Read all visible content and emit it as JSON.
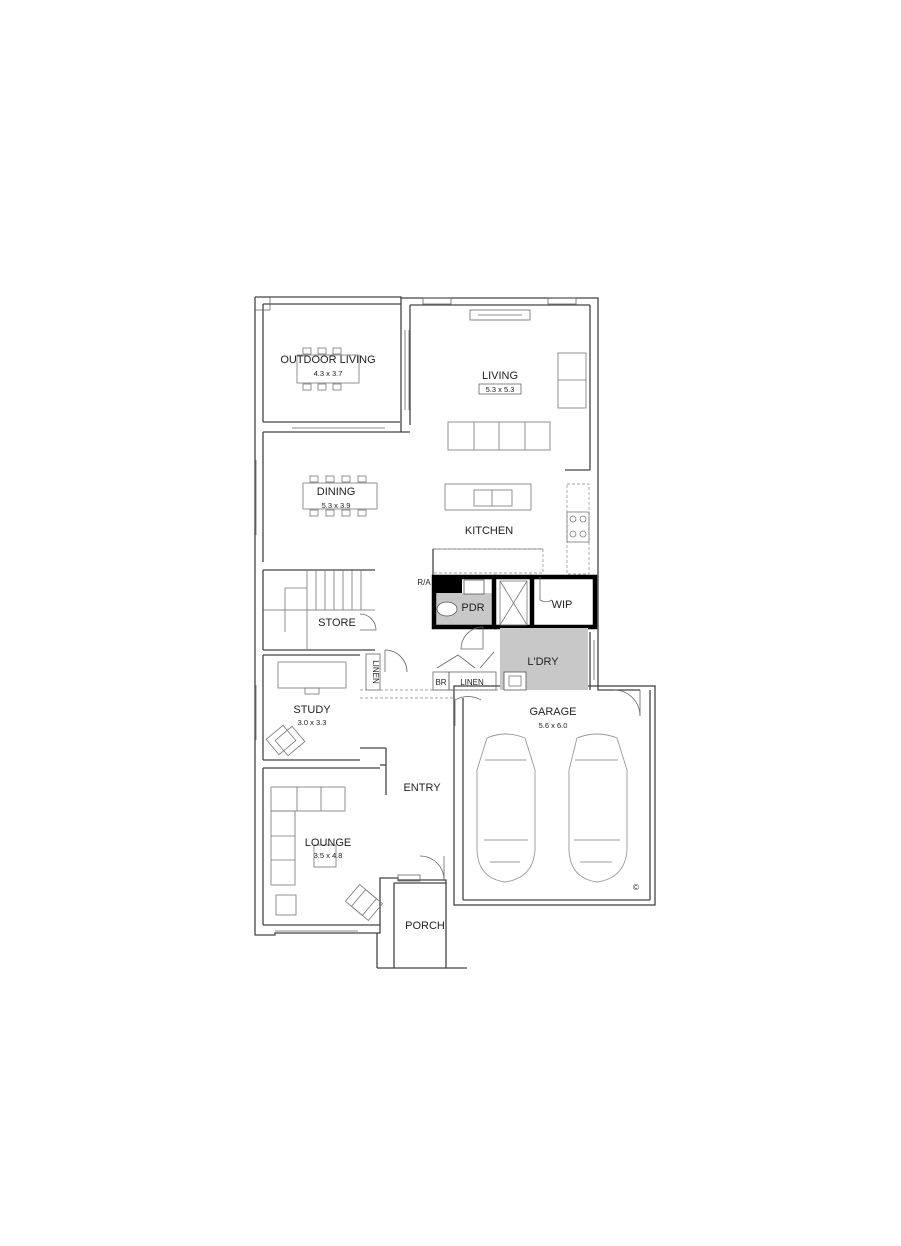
{
  "rooms": {
    "outdoor_living": {
      "name": "OUTDOOR LIVING",
      "size": "4.3 x 3.7"
    },
    "living": {
      "name": "LIVING",
      "size": "5.3 x 5.3"
    },
    "dining": {
      "name": "DINING",
      "size": "5.3 x 3.9"
    },
    "kitchen": {
      "name": "KITCHEN"
    },
    "pdr": {
      "name": "PDR"
    },
    "wip": {
      "name": "WIP"
    },
    "store": {
      "name": "STORE"
    },
    "linen_vertical": {
      "name": "LINEN"
    },
    "laundry": {
      "name": "L'DRY"
    },
    "br": {
      "name": "BR"
    },
    "linen": {
      "name": "LINEN"
    },
    "study": {
      "name": "STUDY",
      "size": "3.0 x 3.3"
    },
    "garage": {
      "name": "GARAGE",
      "size": "5.6 x 6.0"
    },
    "entry": {
      "name": "ENTRY"
    },
    "lounge": {
      "name": "LOUNGE",
      "size": "3.5 x 4.8"
    },
    "porch": {
      "name": "PORCH"
    }
  },
  "labels": {
    "ra": "R/A",
    "copyright": "©"
  },
  "colors": {
    "wall": "#444444",
    "shaded_wet_area": "#c8c8c8",
    "emphasis_wall": "#000000"
  }
}
